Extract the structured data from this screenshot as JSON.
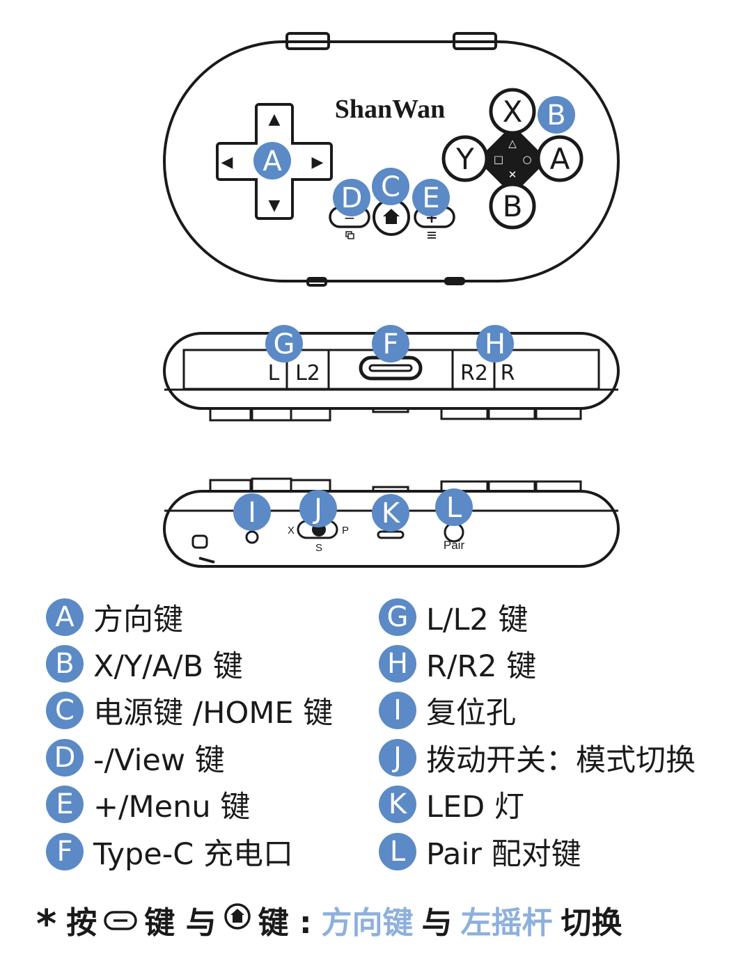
{
  "brand": "ShanWan",
  "callouts": [
    "A",
    "B",
    "C",
    "D",
    "E",
    "F",
    "G",
    "H",
    "I",
    "J",
    "K",
    "L"
  ],
  "device": {
    "dpad_arrows": [
      "▲",
      "◀",
      "▶",
      "▼"
    ],
    "face_buttons": {
      "top": "X",
      "left": "Y",
      "right": "A",
      "bottom": "B"
    },
    "face_symbols": [
      "△",
      "□",
      "○",
      "✕"
    ],
    "minus_symbol": "−",
    "plus_symbol": "+",
    "top_edge_labels": {
      "l": "L",
      "l2": "L2",
      "r2": "R2",
      "r": "R"
    },
    "switch_labels": {
      "left": "X",
      "right": "P",
      "bottom": "S"
    },
    "pair_label": "Pair"
  },
  "legend": [
    {
      "badge": "A",
      "text": "方向键"
    },
    {
      "badge": "B",
      "text": "X/Y/A/B 键"
    },
    {
      "badge": "C",
      "text": "电源键 /HOME 键"
    },
    {
      "badge": "D",
      "text": "-/View 键"
    },
    {
      "badge": "E",
      "text": "+/Menu 键"
    },
    {
      "badge": "F",
      "text": "Type-C 充电口"
    },
    {
      "badge": "G",
      "text": "L/L2 键"
    },
    {
      "badge": "H",
      "text": "R/R2 键"
    },
    {
      "badge": "I",
      "text": "复位孔"
    },
    {
      "badge": "J",
      "text": "拨动开关：模式切换"
    },
    {
      "badge": "K",
      "text": "LED 灯"
    },
    {
      "badge": "L",
      "text": "Pair 配对键"
    }
  ],
  "footnote": {
    "star": "*",
    "part1": "按",
    "part2": "键 与",
    "part3": "键 :",
    "accent1": "方向键",
    "part4": "与",
    "accent2": "左摇杆",
    "part5": "切换"
  },
  "colors": {
    "accent": "#5b8ac6",
    "accent_light": "#8db0dd",
    "stroke": "#1a1a1a"
  }
}
